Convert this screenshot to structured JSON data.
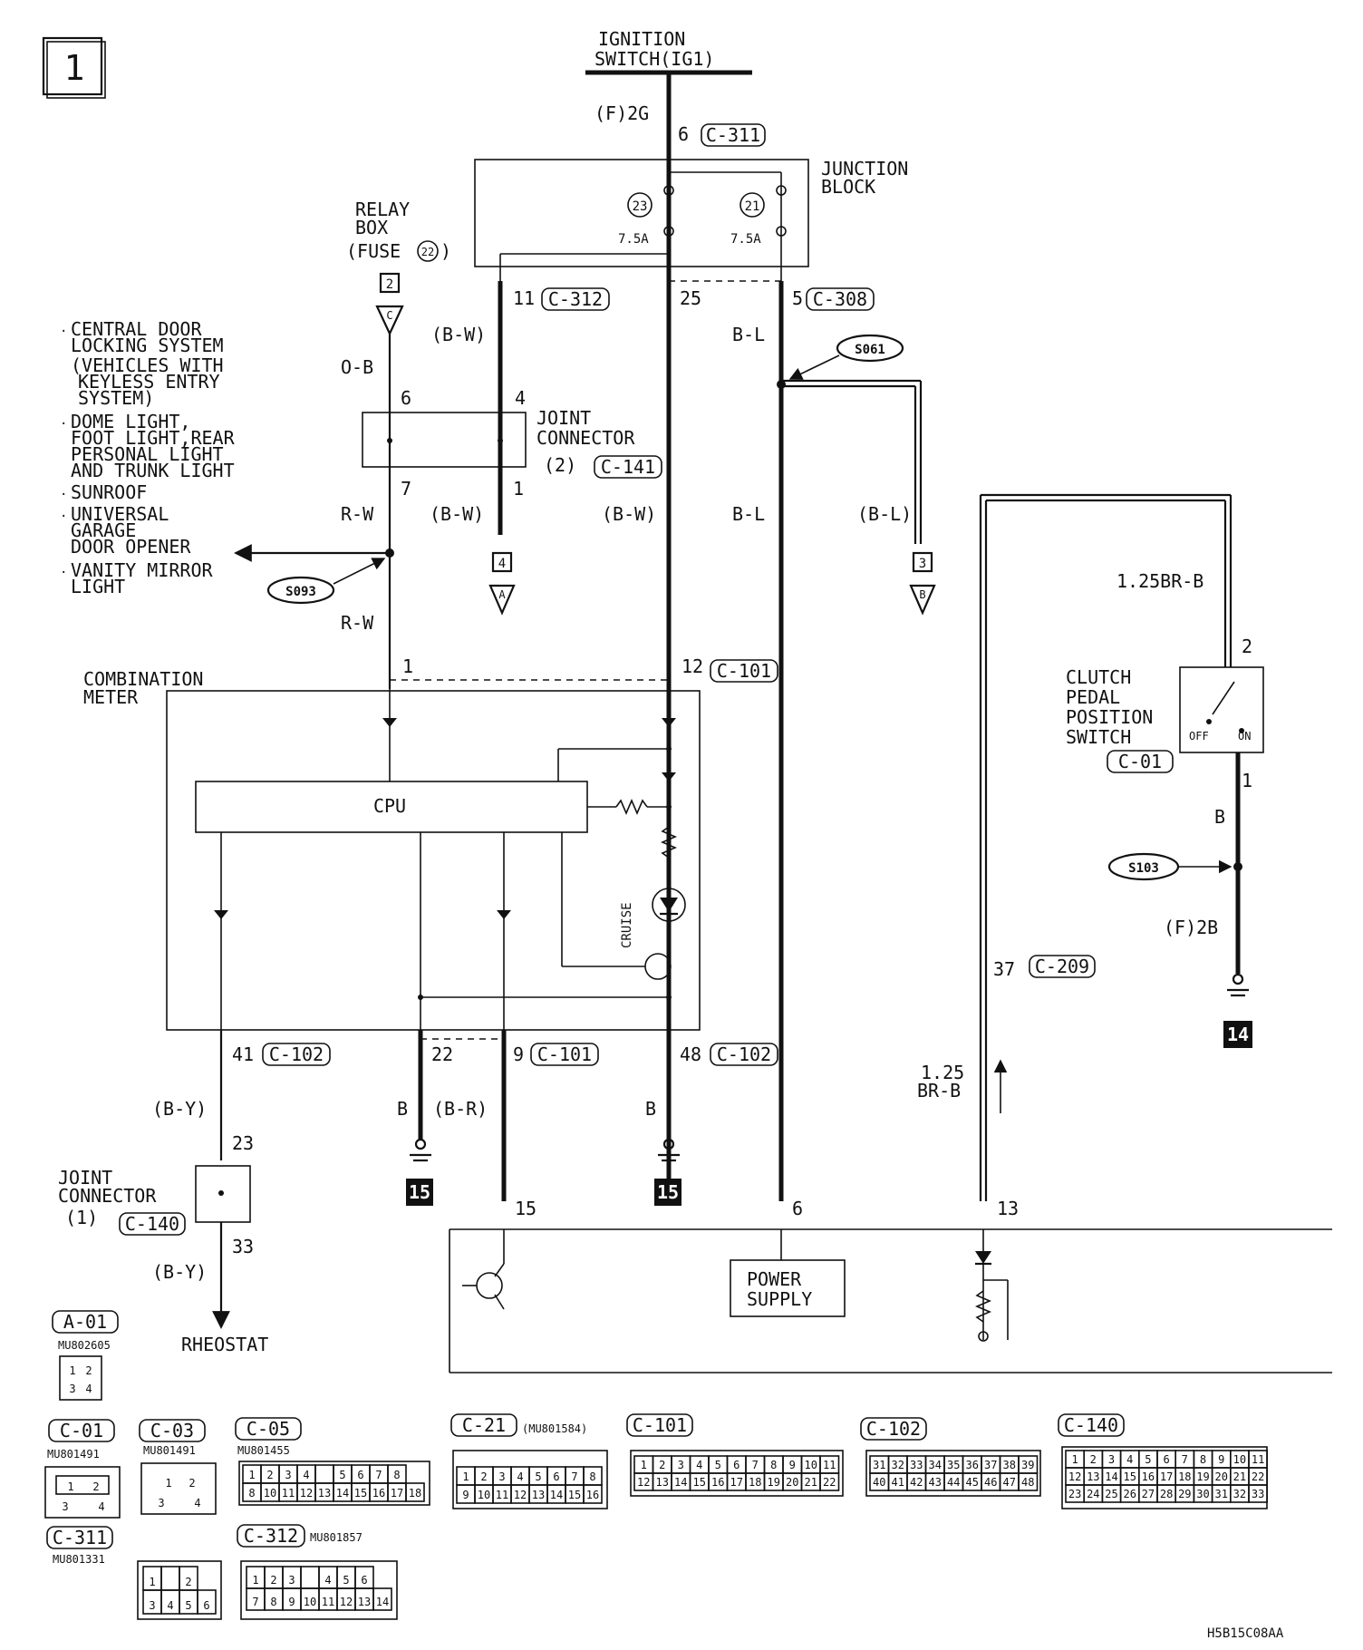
{
  "page": {
    "number": "1",
    "code": "H5B15C08AA"
  },
  "ignition": {
    "line1": "IGNITION",
    "line2": "SWITCH(IG1)",
    "wire": "(F)2G",
    "pin": "6",
    "conn": "C-311"
  },
  "junction_block": {
    "line1": "JUNCTION",
    "line2": "BLOCK",
    "fuse_a": "23",
    "fuse_b": "21",
    "rating_a": "7.5A",
    "rating_b": "7.5A",
    "out1_pin": "11",
    "out1_conn": "C-312",
    "out2_pin": "25",
    "out3_pin": "5",
    "out3_conn": "C-308"
  },
  "relay_box": {
    "line1": "RELAY",
    "line2": "BOX",
    "line3": "(FUSE",
    "fuse": "22",
    "line3_end": ")",
    "ref": "2",
    "letter": "C"
  },
  "left_notes": {
    "n1a": "CENTRAL DOOR",
    "n1b": "LOCKING SYSTEM",
    "n1c": "(VEHICLES WITH",
    "n1d": "KEYLESS ENTRY",
    "n1e": "SYSTEM)",
    "n2a": "DOME LIGHT,",
    "n2b": "FOOT LIGHT,REAR",
    "n2c": "PERSONAL LIGHT",
    "n2d": "AND TRUNK LIGHT",
    "n3": "SUNROOF",
    "n4a": "UNIVERSAL",
    "n4b": "GARAGE",
    "n4c": "DOOR OPENER",
    "n5a": "VANITY MIRROR",
    "n5b": "LIGHT"
  },
  "joint2": {
    "line1": "JOINT",
    "line2": "CONNECTOR",
    "num": "(2)",
    "conn": "C-141",
    "pin_6": "6",
    "pin_4": "4",
    "pin_7": "7",
    "pin_1": "1"
  },
  "wires": {
    "ob": "O-B",
    "bw1": "(B-W)",
    "bl1": "B-L",
    "rw1": "R-W",
    "bw2": "(B-W)",
    "bw3": "(B-W)",
    "bl2": "B-L",
    "bl3": "(B-L)",
    "rw2": "R-W",
    "by1": "(B-Y)",
    "b1": "B",
    "br": "(B-R)",
    "b2": "B",
    "by2": "(B-Y)",
    "brb1": "1.25BR-B",
    "b3": "B",
    "f2b": "(F)2B",
    "brb2a": "1.25",
    "brb2b": "BR-B"
  },
  "splices": {
    "s061": "S061",
    "s093": "S093",
    "s103": "S103"
  },
  "refs": {
    "r4": "4",
    "ra": "A",
    "r3": "3",
    "rb": "B",
    "r14": "14",
    "r15a": "15",
    "r15b": "15"
  },
  "meter": {
    "line1": "COMBINATION",
    "line2": "METER",
    "cpu": "CPU",
    "cruise": "CRUISE",
    "pin_1": "1",
    "pin_12": "12",
    "conn_12": "C-101",
    "pin_41": "41",
    "conn_41": "C-102",
    "pin_22": "22",
    "pin_9": "9",
    "conn_9": "C-101",
    "pin_48": "48",
    "conn_48": "C-102"
  },
  "joint1": {
    "line1": "JOINT",
    "line2": "CONNECTOR",
    "num": "(1)",
    "conn": "C-140",
    "pin_23": "23",
    "pin_33": "33"
  },
  "rheostat": "RHEOSTAT",
  "clutch": {
    "line1": "CLUTCH",
    "line2": "PEDAL",
    "line3": "POSITION",
    "line4": "SWITCH",
    "conn": "C-01",
    "pin_2": "2",
    "pin_1": "1",
    "off": "OFF",
    "on": "ON"
  },
  "ecu": {
    "pin_15": "15",
    "pin_6": "6",
    "pin_13": "13",
    "pin_37": "37",
    "conn_37": "C-209",
    "power1": "POWER",
    "power2": "SUPPLY"
  },
  "connectors": {
    "a01": {
      "name": "A-01",
      "part": "MU802605",
      "pins": [
        "1",
        "2",
        "3",
        "4"
      ]
    },
    "c01": {
      "name": "C-01",
      "part": "MU801491",
      "pins": [
        "1",
        "2",
        "3",
        "4"
      ]
    },
    "c03": {
      "name": "C-03",
      "part": "MU801491",
      "pins": [
        "1",
        "2",
        "3",
        "4"
      ]
    },
    "c05": {
      "name": "C-05",
      "part": "MU801455",
      "row1": [
        "1",
        "2",
        "3",
        "4",
        "",
        "5",
        "6",
        "7",
        "8"
      ],
      "row2": [
        "8",
        "10",
        "11",
        "12",
        "13",
        "14",
        "15",
        "16",
        "17",
        "18"
      ]
    },
    "c21": {
      "name": "C-21",
      "part": "(MU801584)",
      "row1": [
        "1",
        "2",
        "3",
        "4",
        "5",
        "6",
        "7",
        "8"
      ],
      "row2": [
        "9",
        "10",
        "11",
        "12",
        "13",
        "14",
        "15",
        "16"
      ]
    },
    "c101": {
      "name": "C-101",
      "row1": [
        "1",
        "2",
        "3",
        "4",
        "5",
        "6",
        "7",
        "8",
        "9",
        "10",
        "11"
      ],
      "row2": [
        "12",
        "13",
        "14",
        "15",
        "16",
        "17",
        "18",
        "19",
        "20",
        "21",
        "22"
      ]
    },
    "c102": {
      "name": "C-102",
      "row1": [
        "31",
        "32",
        "33",
        "34",
        "35",
        "36",
        "37",
        "38",
        "39"
      ],
      "row2": [
        "40",
        "41",
        "42",
        "43",
        "44",
        "45",
        "46",
        "47",
        "48"
      ]
    },
    "c140": {
      "name": "C-140",
      "row1": [
        "1",
        "2",
        "3",
        "4",
        "5",
        "6",
        "7",
        "8",
        "9",
        "10",
        "11"
      ],
      "row2": [
        "12",
        "13",
        "14",
        "15",
        "16",
        "17",
        "18",
        "19",
        "20",
        "21",
        "22"
      ],
      "row3": [
        "23",
        "24",
        "25",
        "26",
        "27",
        "28",
        "29",
        "30",
        "31",
        "32",
        "33"
      ]
    },
    "c311": {
      "name": "C-311",
      "part": "MU801331",
      "row1": [
        "1",
        "",
        "2"
      ],
      "row2": [
        "3",
        "4",
        "5",
        "6"
      ]
    },
    "c312": {
      "name": "C-312",
      "part": "MU801857",
      "row1": [
        "1",
        "2",
        "3",
        "",
        "4",
        "5",
        "6"
      ],
      "row2": [
        "7",
        "8",
        "9",
        "10",
        "11",
        "12",
        "13",
        "14"
      ]
    }
  }
}
